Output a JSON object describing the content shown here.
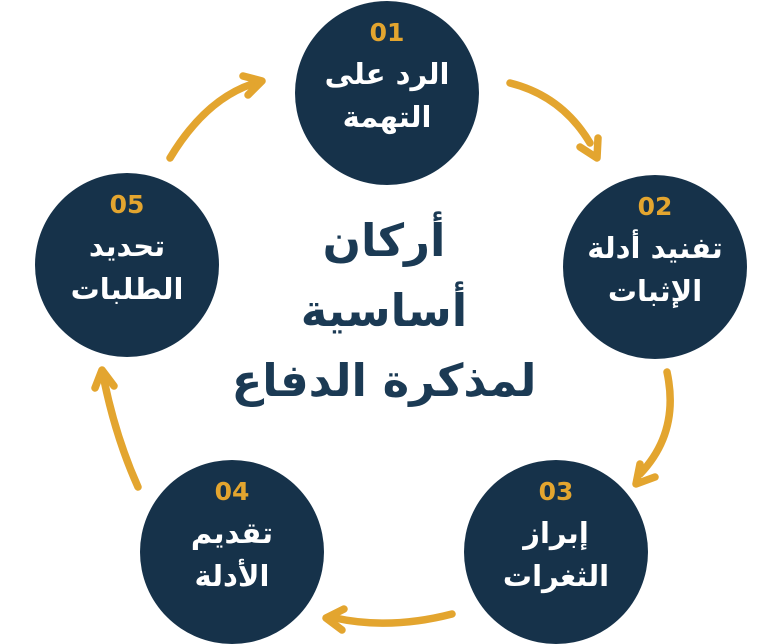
{
  "title": {
    "line1": "أركان",
    "line2": "أساسية",
    "line3": "لمذكرة الدفاع",
    "full": "أركان أساسية لمذكرة الدفاع"
  },
  "steps": [
    {
      "number": "01",
      "label": "الرد على التهمة",
      "lines": [
        "الرد على",
        "التهمة"
      ]
    },
    {
      "number": "02",
      "label": "تفنيد أدلة الإثبات",
      "lines": [
        "تفنيد أدلة",
        "الإثبات"
      ]
    },
    {
      "number": "03",
      "label": "إبراز الثغرات",
      "lines": [
        "إبراز",
        "الثغرات"
      ]
    },
    {
      "number": "04",
      "label": "تقديم الأدلة",
      "lines": [
        "تقديم",
        "الأدلة"
      ]
    },
    {
      "number": "05",
      "label": "تحديد الطلبات",
      "lines": [
        "تحديد",
        "الطلبات"
      ]
    }
  ],
  "colors": {
    "circle_fill": "#16324A",
    "number_gold": "#E3A52F",
    "arrow_gold": "#E3A52F",
    "label_white": "#FFFFFF",
    "title_navy": "#1B3A54",
    "background": "#FFFFFF"
  }
}
